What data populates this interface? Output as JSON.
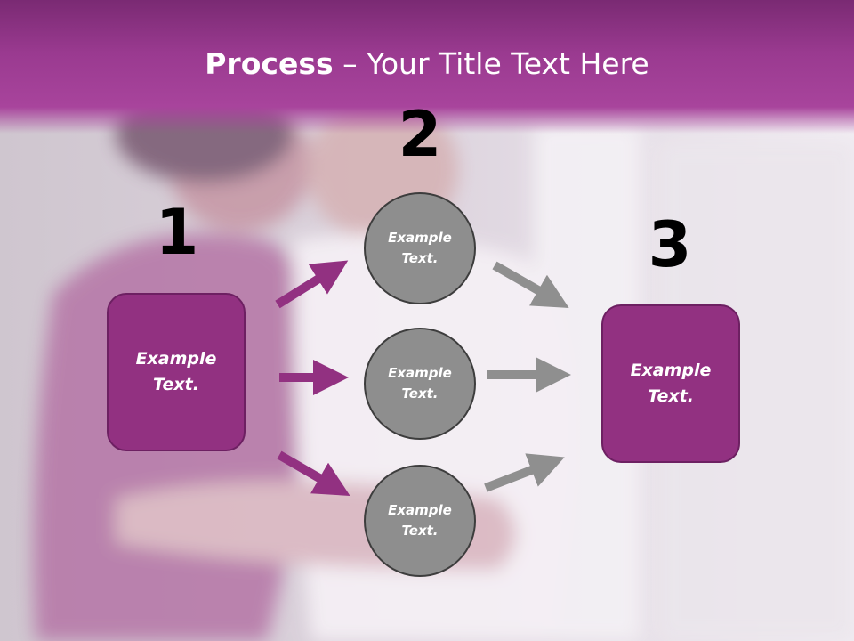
{
  "title": {
    "bold": "Process",
    "rest": " – Your Title Text Here"
  },
  "steps": [
    {
      "number": "1",
      "text": "Example Text."
    },
    {
      "number": "2"
    },
    {
      "number": "3",
      "text": "Example Text."
    }
  ],
  "circles": [
    {
      "text": "Example Text."
    },
    {
      "text": "Example Text."
    },
    {
      "text": "Example Text."
    }
  ],
  "colors": {
    "accent": "#923181",
    "header": "#9a3a90",
    "circle": "#8e8e8e",
    "arrow_gray": "#8f8f8f"
  }
}
